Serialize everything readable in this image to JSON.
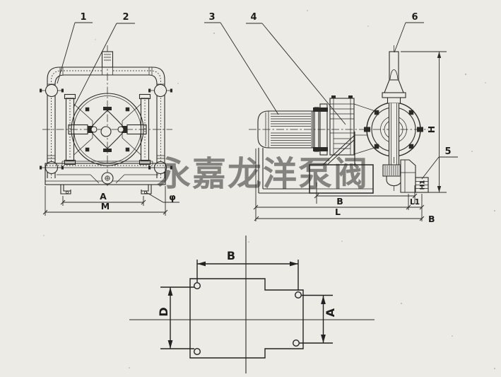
{
  "watermark": {
    "text": "永嘉龙洋泵阀",
    "color": "#aeaa9e"
  },
  "callouts": {
    "c1": "1",
    "c2": "2",
    "c3": "3",
    "c4": "4",
    "c5": "5",
    "c6": "6"
  },
  "front_view": {
    "dim_a": "A",
    "dim_m": "M",
    "dim_phi": "φ"
  },
  "side_view": {
    "dim_h": "H",
    "dim_h1": "H1",
    "dim_b_base": "B",
    "dim_l": "L",
    "dim_l1": "L1",
    "dim_b_overall": "B"
  },
  "bottom_view": {
    "dim_b": "B",
    "dim_d": "D",
    "dim_a": "A"
  }
}
